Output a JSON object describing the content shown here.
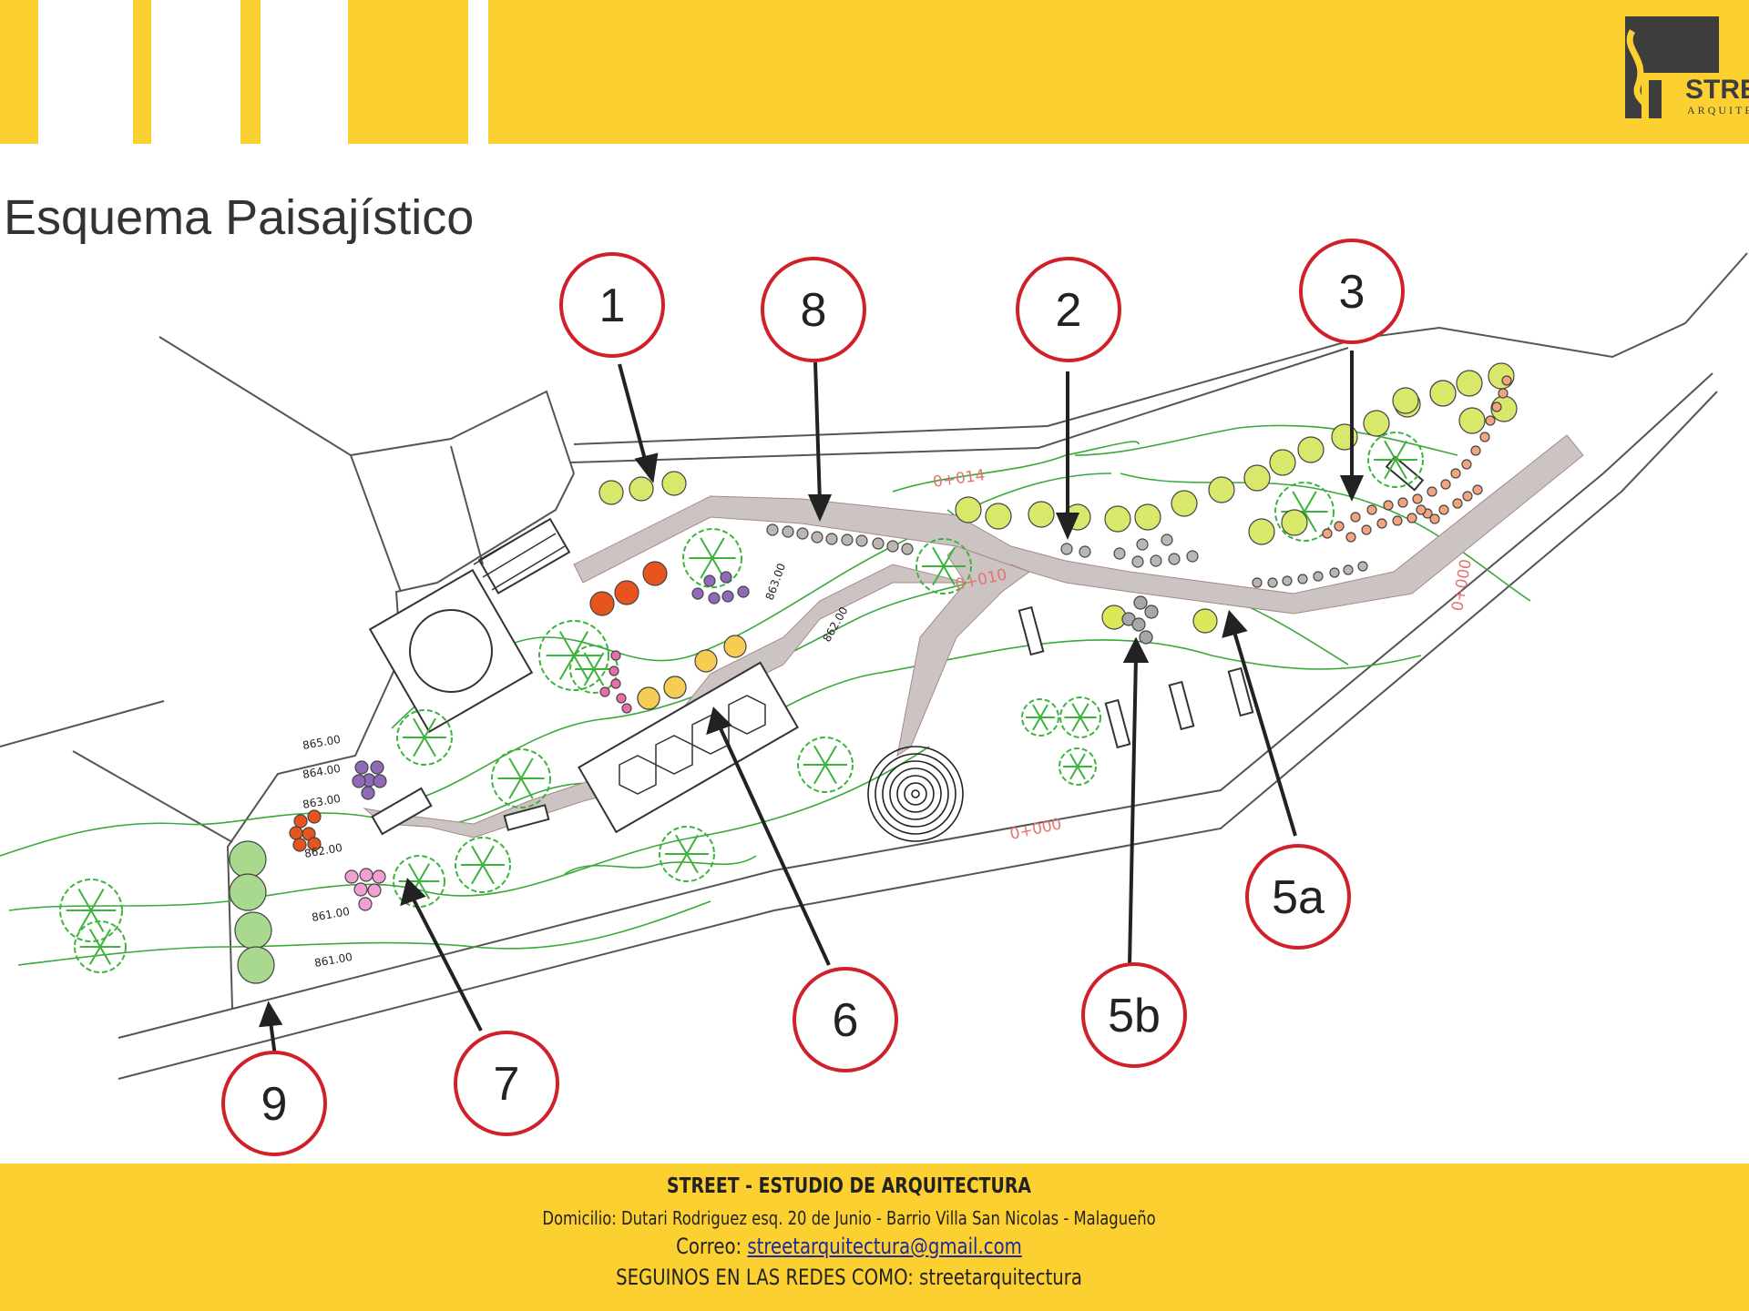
{
  "header": {
    "logo_word": "STREE",
    "logo_sub": "ARQUITEC",
    "brand_color": "#fdd031"
  },
  "page_title": "Esquema Paisajístico",
  "callouts": [
    {
      "label": "1"
    },
    {
      "label": "8"
    },
    {
      "label": "2"
    },
    {
      "label": "3"
    },
    {
      "label": "6"
    },
    {
      "label": "5a"
    },
    {
      "label": "5b"
    },
    {
      "label": "7"
    },
    {
      "label": "9"
    }
  ],
  "contour_labels": [
    "865.00",
    "864.00",
    "863.00",
    "862.00",
    "861.00",
    "861.00",
    "863.00",
    "862.00"
  ],
  "station_labels": [
    "0+014",
    "0+010",
    "0+000",
    "0+000"
  ],
  "footer": {
    "studio": "STREET - ESTUDIO DE ARQUITECTURA",
    "address": "Domicilio: Dutari Rodriguez esq. 20 de Junio - Barrio Villa San Nicolas - Malagueño",
    "email_label": "Correo: ",
    "email": "streetarquitectura@gmail.com",
    "social": "SEGUINOS EN LAS REDES COMO: streetarquitectura"
  },
  "colors": {
    "callout_ring": "#d0202a",
    "path": "#c8c0be",
    "contour": "#3aa83a",
    "tree": "#3cb43c"
  }
}
